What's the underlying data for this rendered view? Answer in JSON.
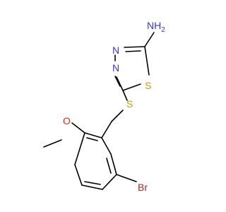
{
  "atoms": {
    "amine": "NH2",
    "amine_main": "N",
    "amine_h": "H",
    "amine_sub": "2",
    "ring_n_upper": "N",
    "ring_n_lower": "N",
    "ring_s": "S",
    "thioether_s": "S",
    "methoxy_o": "O",
    "bromine": "Br"
  },
  "colors": {
    "bond": "#000000",
    "nitrogen": "#3333ff",
    "sulfur": "#c8a000",
    "oxygen": "#ff2200",
    "bromine": "#a52a2a"
  }
}
